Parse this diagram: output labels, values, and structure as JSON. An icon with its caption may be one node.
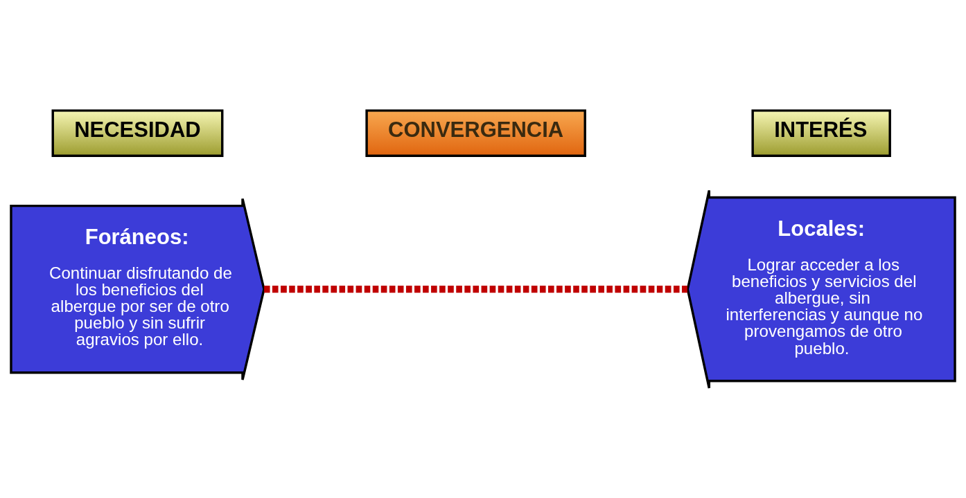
{
  "diagram": {
    "nodes": [
      {
        "text": [
          "Foráneos:",
          "Continuar disfrutando de los beneficios del albergue por ser de otro pueblo y sin sufrir agravios por ello."
        ]
      },
      {
        "text": [
          "NECESIDAD"
        ]
      },
      {
        "text": [
          "CONVERGENCIA"
        ]
      },
      {
        "text": [
          "Locales:",
          "Lograr acceder a los beneficios y servicios del albergue, sin interferencias y aunque no provengamos de otro pueblo."
        ]
      },
      {
        "text": [
          "INTERÉS"
        ]
      }
    ],
    "edges": [
      {
        "from": 0,
        "to": 3,
        "arrow": "none",
        "style": "dashed",
        "color": "#c00000"
      }
    ]
  }
}
